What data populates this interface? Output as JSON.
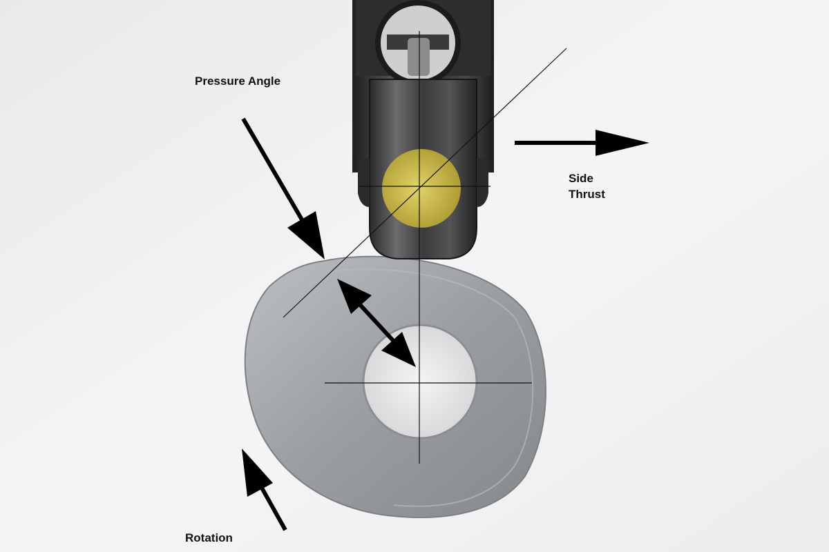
{
  "labels": {
    "pressure_angle": "Pressure Angle",
    "side_thrust_line1": "Side",
    "side_thrust_line2": "Thrust",
    "rotation": "Rotation"
  },
  "colors": {
    "background": "#f2f2f3",
    "follower": "#3a3a3c",
    "brass": "#c9b94a",
    "cam": "#a4a7ab",
    "arrow": "#000000"
  }
}
